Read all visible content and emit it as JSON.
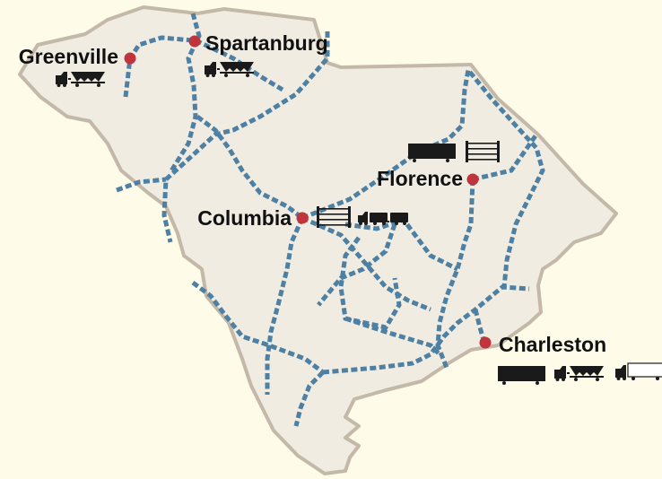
{
  "map": {
    "colors": {
      "page_background": "#fffbe9",
      "state_fill": "#f0ece2",
      "state_border": "#c4b8a8",
      "rail_line": "#4d80a2",
      "city_marker": "#c0343c",
      "label_text": "#111111",
      "icon_dark": "#1a1a1a"
    },
    "cities": [
      {
        "id": "greenville",
        "name": "Greenville",
        "freight_icons": [
          "truck-with-hopper-car-icon"
        ]
      },
      {
        "id": "spartanburg",
        "name": "Spartanburg",
        "freight_icons": [
          "truck-with-hopper-car-icon"
        ]
      },
      {
        "id": "columbia",
        "name": "Columbia",
        "freight_icons": [
          "flatcar-rack-icon",
          "truck-with-double-trailer-icon"
        ]
      },
      {
        "id": "florence",
        "name": "Florence",
        "freight_icons": [
          "container-truck-icon",
          "flatcar-rack-icon"
        ]
      },
      {
        "id": "charleston",
        "name": "Charleston",
        "freight_icons": [
          "container-truck-icon",
          "truck-with-hopper-car-icon",
          "box-truck-icon"
        ]
      }
    ]
  }
}
